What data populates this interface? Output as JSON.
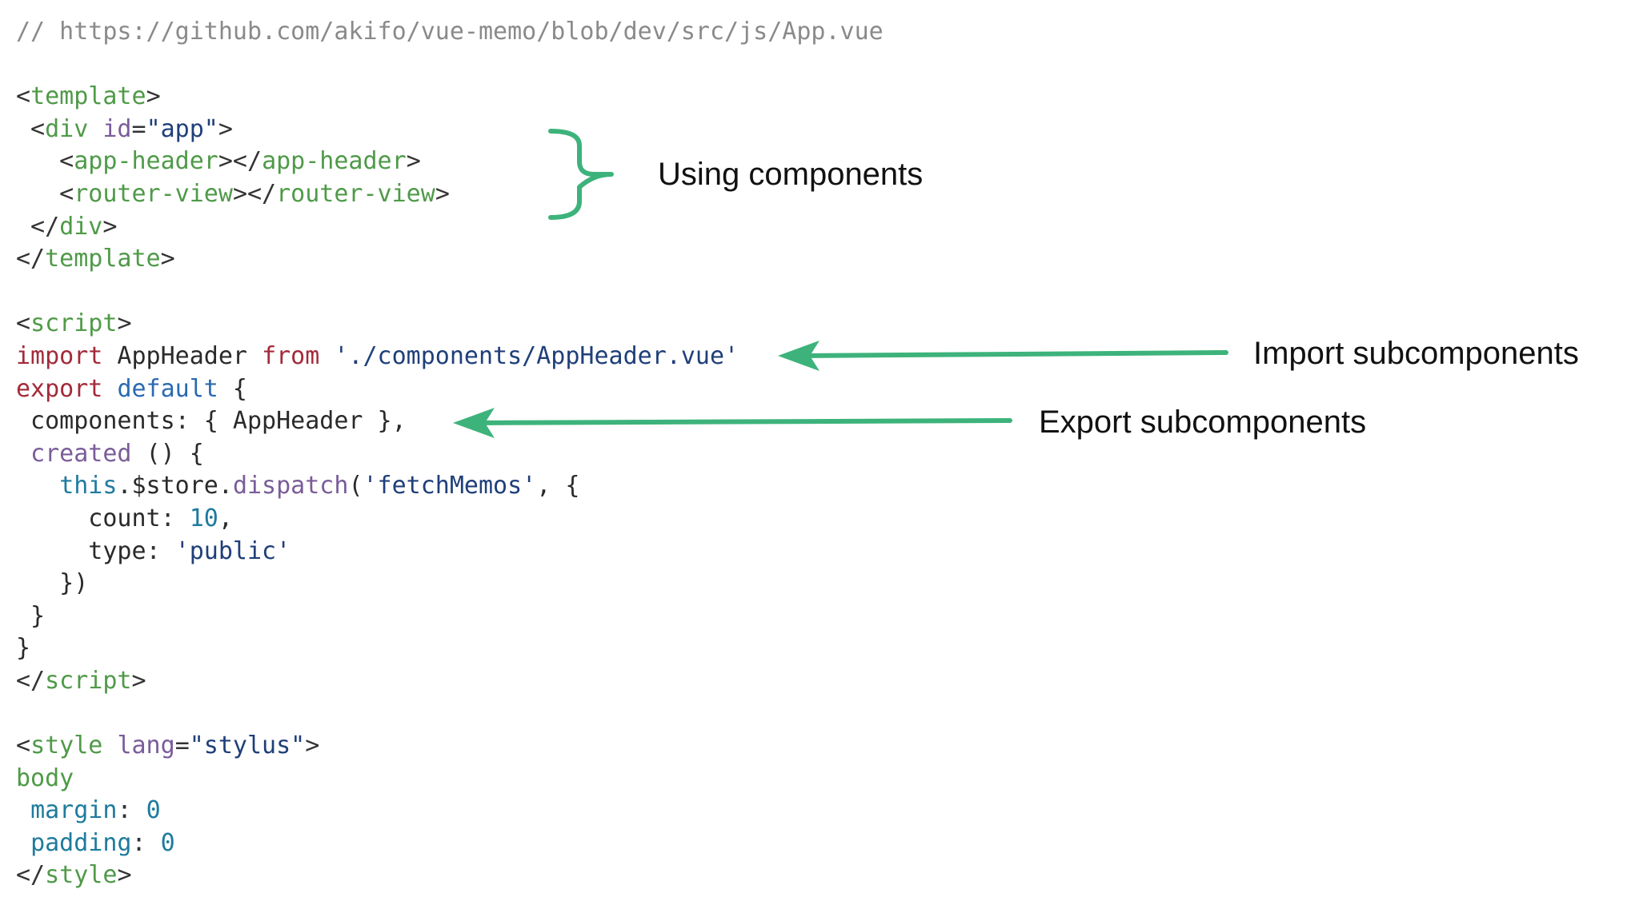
{
  "code_lines": [
    [
      [
        "// https://github.com/akifo/vue-memo/blob/dev/src/js/App.vue",
        "comment"
      ]
    ],
    [],
    [
      [
        "<",
        "punct"
      ],
      [
        "template",
        "tag"
      ],
      [
        ">",
        "punct"
      ]
    ],
    [
      [
        " <",
        "punct"
      ],
      [
        "div",
        "tag"
      ],
      [
        " ",
        "plain"
      ],
      [
        "id",
        "attr"
      ],
      [
        "=",
        "punct"
      ],
      [
        "\"app\"",
        "str"
      ],
      [
        ">",
        "punct"
      ]
    ],
    [
      [
        "   <",
        "punct"
      ],
      [
        "app-header",
        "tag"
      ],
      [
        "></",
        "punct"
      ],
      [
        "app-header",
        "tag"
      ],
      [
        ">",
        "punct"
      ]
    ],
    [
      [
        "   <",
        "punct"
      ],
      [
        "router-view",
        "tag"
      ],
      [
        "></",
        "punct"
      ],
      [
        "router-view",
        "tag"
      ],
      [
        ">",
        "punct"
      ]
    ],
    [
      [
        " </",
        "punct"
      ],
      [
        "div",
        "tag"
      ],
      [
        ">",
        "punct"
      ]
    ],
    [
      [
        "</",
        "punct"
      ],
      [
        "template",
        "tag"
      ],
      [
        ">",
        "punct"
      ]
    ],
    [],
    [
      [
        "<",
        "punct"
      ],
      [
        "script",
        "tag"
      ],
      [
        ">",
        "punct"
      ]
    ],
    [
      [
        "import",
        "kw"
      ],
      [
        " AppHeader ",
        "plain"
      ],
      [
        "from",
        "kw"
      ],
      [
        " ",
        "plain"
      ],
      [
        "'./components/AppHeader.vue'",
        "str"
      ]
    ],
    [
      [
        "export",
        "kw"
      ],
      [
        " ",
        "plain"
      ],
      [
        "default",
        "kw2"
      ],
      [
        " {",
        "plain"
      ]
    ],
    [
      [
        " components",
        "plain"
      ],
      [
        ":",
        "punct"
      ],
      [
        " { AppHeader },",
        "plain"
      ]
    ],
    [
      [
        " ",
        "plain"
      ],
      [
        "created",
        "method"
      ],
      [
        " () {",
        "plain"
      ]
    ],
    [
      [
        "   ",
        "plain"
      ],
      [
        "this",
        "this"
      ],
      [
        ".$store.",
        "plain"
      ],
      [
        "dispatch",
        "method"
      ],
      [
        "(",
        "plain"
      ],
      [
        "'fetchMemos'",
        "str"
      ],
      [
        ", {",
        "plain"
      ]
    ],
    [
      [
        "     count",
        "plain"
      ],
      [
        ":",
        "punct"
      ],
      [
        " ",
        "plain"
      ],
      [
        "10",
        "num"
      ],
      [
        ",",
        "plain"
      ]
    ],
    [
      [
        "     type",
        "plain"
      ],
      [
        ":",
        "punct"
      ],
      [
        " ",
        "plain"
      ],
      [
        "'public'",
        "str"
      ]
    ],
    [
      [
        "   })",
        "plain"
      ]
    ],
    [
      [
        " }",
        "plain"
      ]
    ],
    [
      [
        "}",
        "plain"
      ]
    ],
    [
      [
        "</",
        "punct"
      ],
      [
        "script",
        "tag"
      ],
      [
        ">",
        "punct"
      ]
    ],
    [],
    [
      [
        "<",
        "punct"
      ],
      [
        "style",
        "tag"
      ],
      [
        " ",
        "plain"
      ],
      [
        "lang",
        "attr"
      ],
      [
        "=",
        "punct"
      ],
      [
        "\"stylus\"",
        "str"
      ],
      [
        ">",
        "punct"
      ]
    ],
    [
      [
        "body",
        "tag"
      ]
    ],
    [
      [
        " ",
        "plain"
      ],
      [
        "margin",
        "prop"
      ],
      [
        ":",
        "punct"
      ],
      [
        " ",
        "plain"
      ],
      [
        "0",
        "num"
      ]
    ],
    [
      [
        " ",
        "plain"
      ],
      [
        "padding",
        "prop"
      ],
      [
        ":",
        "punct"
      ],
      [
        " ",
        "plain"
      ],
      [
        "0",
        "num"
      ]
    ],
    [
      [
        "</",
        "punct"
      ],
      [
        "style",
        "tag"
      ],
      [
        ">",
        "punct"
      ]
    ]
  ],
  "annotations": {
    "using_components": "Using components",
    "import_subcomponents": "Import subcomponents",
    "export_subcomponents": "Export subcomponents"
  },
  "colors": {
    "annotation_green": "#3db37b",
    "text": "#111111",
    "background": "#ffffff"
  }
}
